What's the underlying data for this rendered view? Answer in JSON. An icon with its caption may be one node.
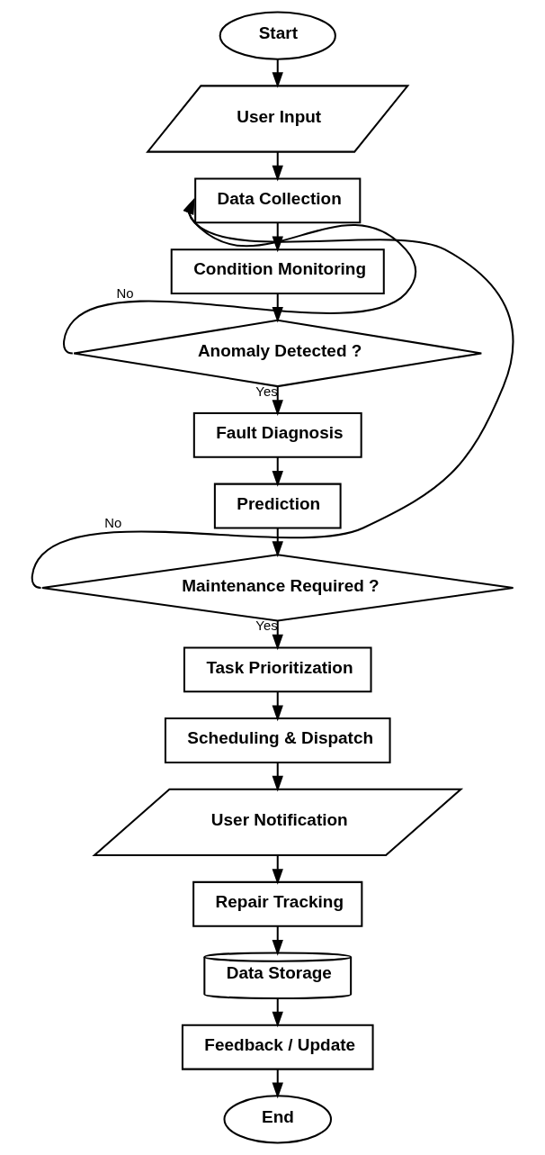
{
  "diagram": {
    "nodes": [
      {
        "text": [
          "Start"
        ]
      },
      {
        "text": [
          "User Input"
        ]
      },
      {
        "text": [
          "Data Collection"
        ]
      },
      {
        "text": [
          "Condition Monitoring"
        ]
      },
      {
        "text": [
          "Anomaly Detected ?"
        ]
      },
      {
        "text": [
          "Fault Diagnosis"
        ]
      },
      {
        "text": [
          "Prediction"
        ]
      },
      {
        "text": [
          "Maintenance Required ?"
        ]
      },
      {
        "text": [
          "Task Prioritization"
        ]
      },
      {
        "text": [
          "Scheduling & Dispatch"
        ]
      },
      {
        "text": [
          "User Notification"
        ]
      },
      {
        "text": [
          "Repair Tracking"
        ]
      },
      {
        "text": [
          "Data Storage"
        ]
      },
      {
        "text": [
          "Feedback / Update"
        ]
      },
      {
        "text": [
          "End"
        ]
      }
    ],
    "edges": [
      {
        "from": 0,
        "to": 1,
        "arrow": "to"
      },
      {
        "from": 1,
        "to": 2,
        "arrow": "to"
      },
      {
        "from": 2,
        "to": 3,
        "arrow": "to"
      },
      {
        "from": 3,
        "to": 4,
        "arrow": "to"
      },
      {
        "from": 4,
        "to": 2,
        "arrow": "to",
        "label": "No"
      },
      {
        "from": 4,
        "to": 5,
        "arrow": "to",
        "label": "Yes"
      },
      {
        "from": 5,
        "to": 6,
        "arrow": "to"
      },
      {
        "from": 6,
        "to": 7,
        "arrow": "to"
      },
      {
        "from": 7,
        "to": 2,
        "arrow": "to",
        "label": "No"
      },
      {
        "from": 7,
        "to": 8,
        "arrow": "to",
        "label": "Yes"
      },
      {
        "from": 8,
        "to": 9,
        "arrow": "to"
      },
      {
        "from": 9,
        "to": 10,
        "arrow": "to"
      },
      {
        "from": 10,
        "to": 11,
        "arrow": "to"
      },
      {
        "from": 11,
        "to": 12,
        "arrow": "to"
      },
      {
        "from": 12,
        "to": 13,
        "arrow": "to"
      },
      {
        "from": 13,
        "to": 14,
        "arrow": "to"
      }
    ]
  }
}
